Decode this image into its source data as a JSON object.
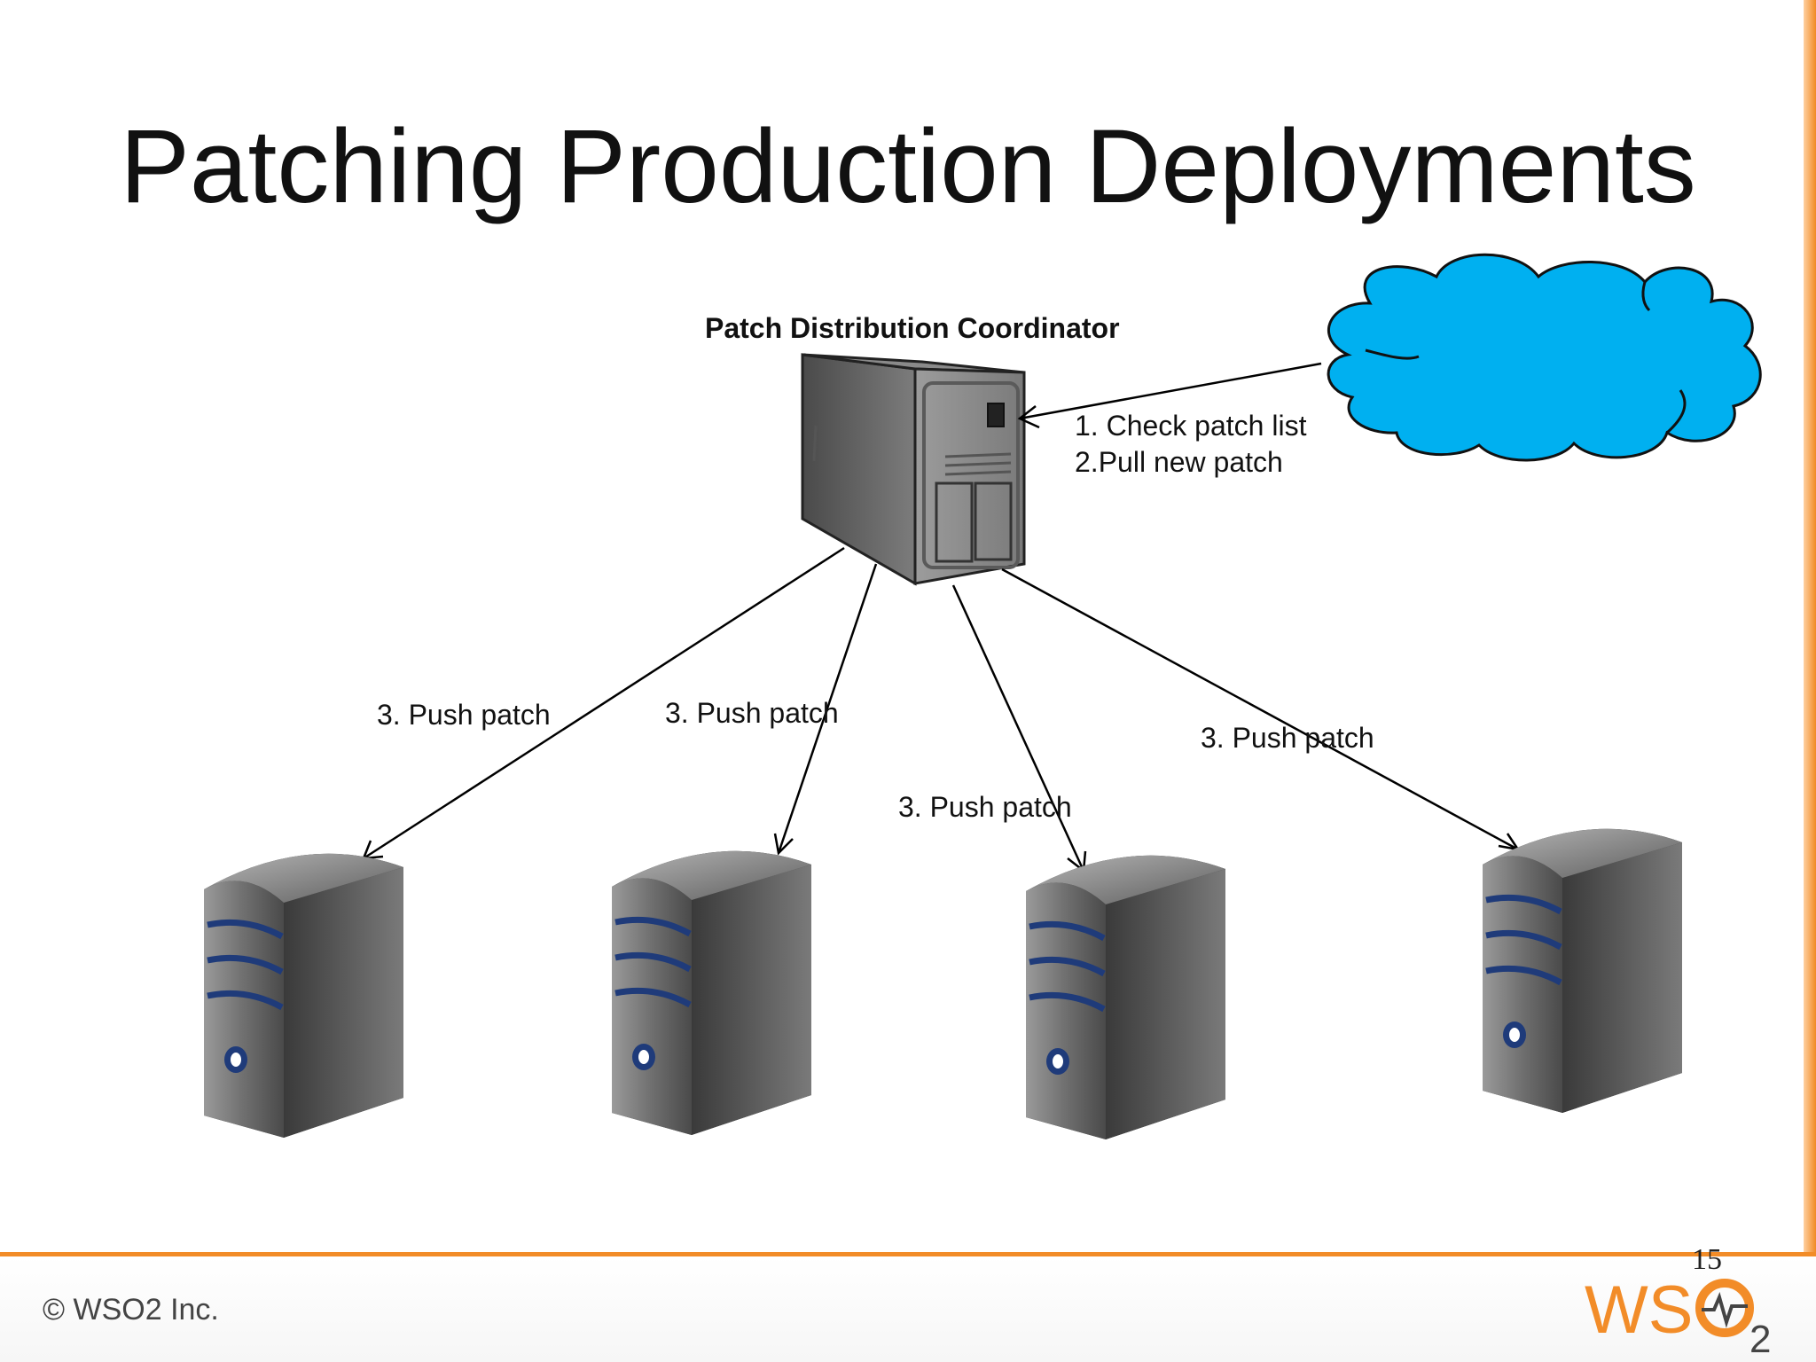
{
  "slide": {
    "title": "Patching Production Deployments",
    "page_number": "15",
    "copyright": "© WSO2 Inc.",
    "logo_text": "WSO2"
  },
  "diagram": {
    "coordinator_label": "Patch Distribution Coordinator",
    "cloud_steps": [
      "1. Check patch list",
      "2.Pull new patch"
    ],
    "push_labels": [
      "3. Push patch",
      "3. Push patch",
      "3. Push patch",
      "3. Push patch"
    ],
    "colors": {
      "cloud_fill": "#00b0f0",
      "stripe": "#1f3b7a",
      "accent_orange": "#f28c28"
    },
    "icons": [
      "coordinator-server-icon",
      "cloud-icon",
      "server-icon"
    ]
  }
}
